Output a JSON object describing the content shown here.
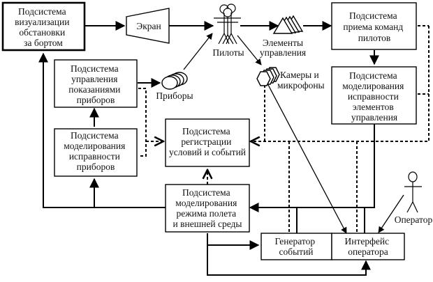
{
  "diagram": {
    "boxes": {
      "visualization": [
        "Подсистема",
        "визуализации",
        "обстановки",
        "за бортом"
      ],
      "instrument_control": [
        "Подсистема",
        "управления",
        "показаниями",
        "приборов"
      ],
      "instrument_health": [
        "Подсистема",
        "моделирования",
        "исправности",
        "приборов"
      ],
      "registration": [
        "Подсистема",
        "регистрации",
        "условий и событий"
      ],
      "flight_mode": [
        "Подсистема",
        "моделирования",
        "режима полета",
        "и внешней среды"
      ],
      "command_reception": [
        "Подсистема",
        "приема команд",
        "пилотов"
      ],
      "controls_health": [
        "Подсистема",
        "моделирования",
        "исправности",
        "элементов",
        "управления"
      ],
      "event_generator": [
        "Генератор",
        "событий"
      ],
      "operator_interface": [
        "Интерфейс",
        "оператора"
      ]
    },
    "elements": {
      "screen": "Экран",
      "pilots": "Пилоты",
      "instruments": "Приборы",
      "controls": [
        "Элементы",
        "управления"
      ],
      "cameras": [
        "Камеры и",
        "микрофоны"
      ],
      "operator": "Оператор"
    }
  }
}
